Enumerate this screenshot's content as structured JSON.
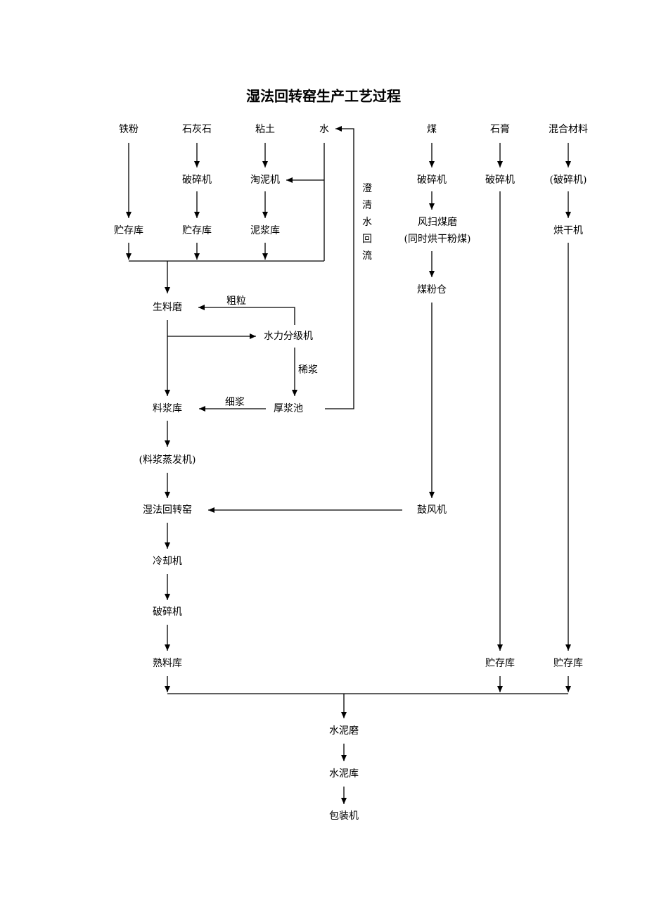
{
  "title": "湿法回转窑生产工艺过程",
  "nodes": {
    "tiefen": "铁粉",
    "shihuishi": "石灰石",
    "niantu": "粘土",
    "shui": "水",
    "mei": "煤",
    "shigao": "石膏",
    "hunhe": "混合材料",
    "posuiji_1": "破碎机",
    "taoniji": "淘泥机",
    "posuiji_mei": "破碎机",
    "posuiji_shigao": "破碎机",
    "posuiji_hunhe": "(破碎机)",
    "zhucunku_1": "贮存库",
    "zhucunku_2": "贮存库",
    "nijiangku": "泥浆库",
    "fengsao_1": "风扫煤磨",
    "fengsao_2": "(同时烘干粉煤)",
    "honggan": "烘干机",
    "meifencang": "煤粉仓",
    "shengliaomo": "生料磨",
    "shuili": "水力分级机",
    "liaojiangku": "料浆库",
    "houjiangchi": "厚浆池",
    "zhengfa": "(料浆蒸发机)",
    "yao": "湿法回转窑",
    "gufengji": "鼓风机",
    "lengque": "冷却机",
    "posuiji_2": "破碎机",
    "shuliaoku": "熟料库",
    "zhucunku_3": "贮存库",
    "zhucunku_4": "贮存库",
    "shuinimo": "水泥磨",
    "shuiniku": "水泥库",
    "baozhuang": "包装机"
  },
  "edge_labels": {
    "culi": "粗粒",
    "xijiang": "稀浆",
    "xijiang2": "细浆",
    "recycle": "澄清水回流"
  }
}
